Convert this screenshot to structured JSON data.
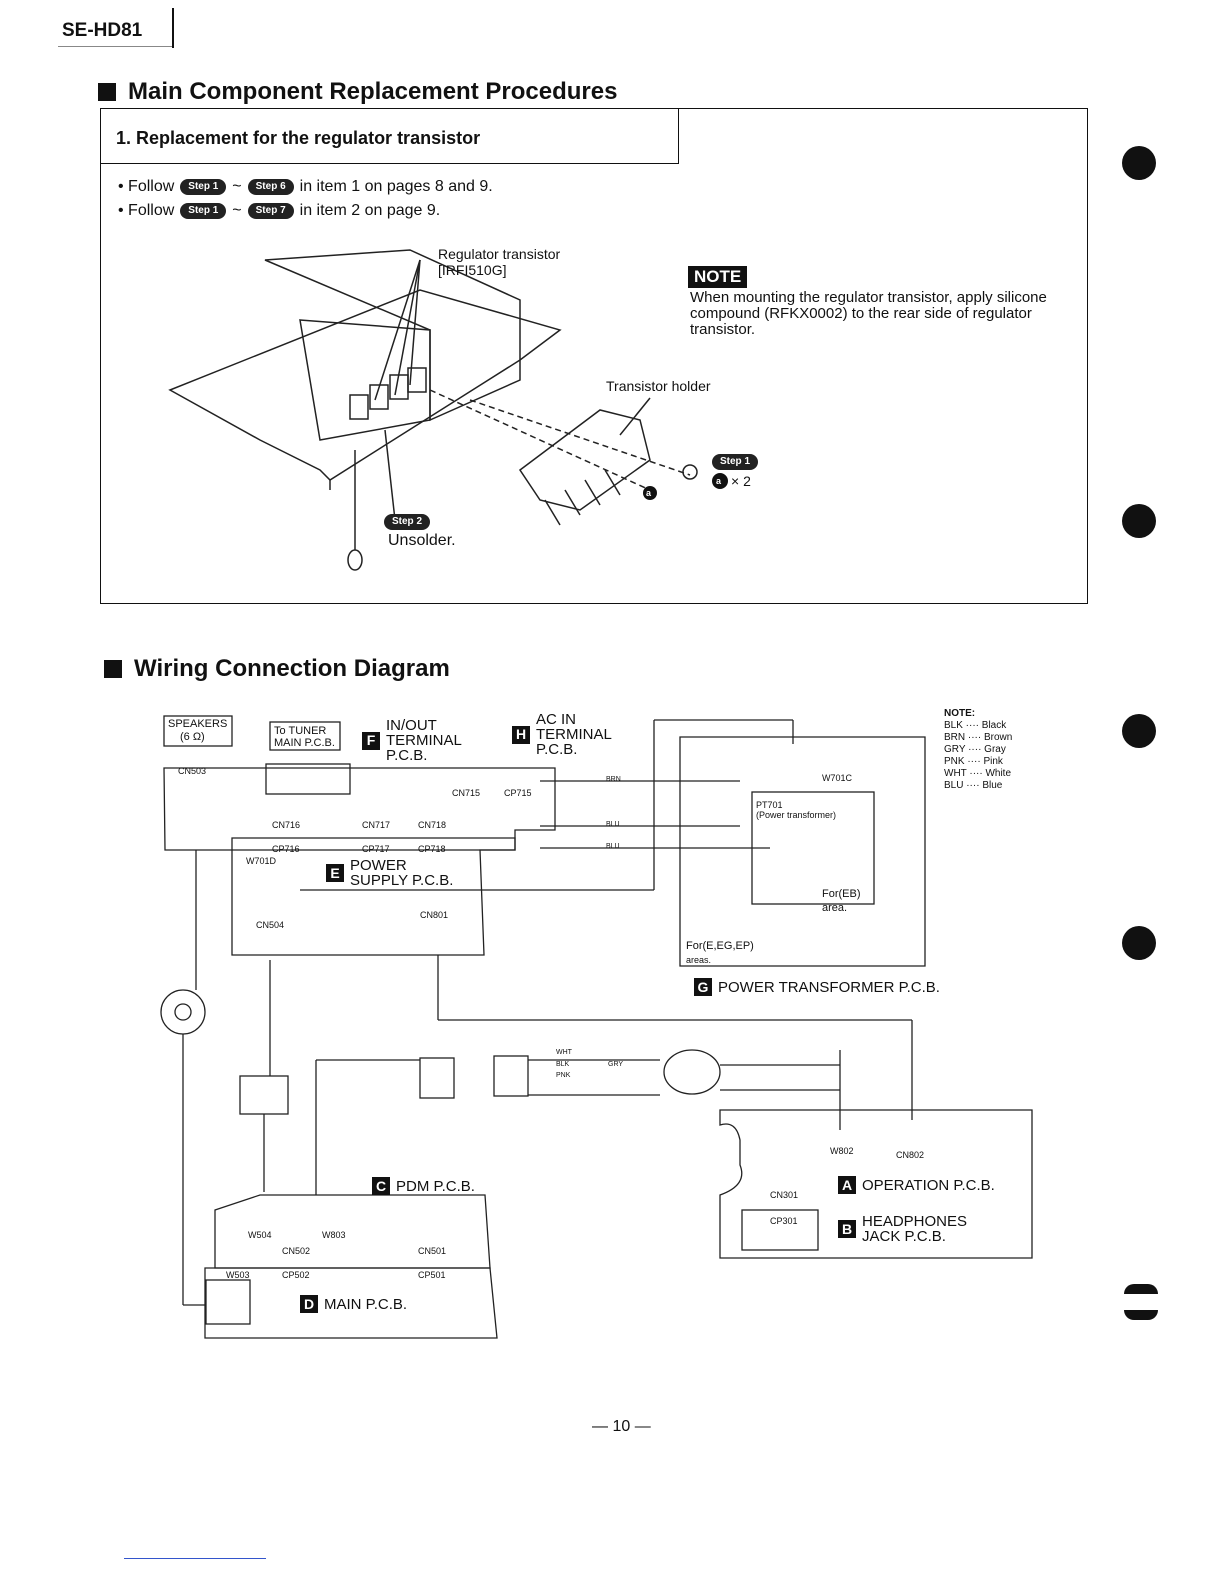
{
  "header": {
    "model": "SE-HD81"
  },
  "section1": {
    "title": "Main Component Replacement Procedures",
    "procedure_title": "1. Replacement for the regulator transistor",
    "follow_lines": [
      {
        "prefix": "• Follow",
        "from": "Step 1",
        "sep": "~",
        "to": "Step 6",
        "suffix": "in item 1 on pages 8 and 9."
      },
      {
        "prefix": "• Follow",
        "from": "Step 1",
        "sep": "~",
        "to": "Step 7",
        "suffix": "in item 2 on page 9."
      }
    ],
    "labels": {
      "regulator": "Regulator transistor",
      "regulator_part": "[IRFI510G]",
      "holder": "Transistor holder",
      "step1": "Step 1",
      "screw": "a",
      "screw_count": "× 2",
      "screw_ref": "a",
      "step2": "Step 2",
      "unsolder": "Unsolder."
    },
    "note_label": "NOTE",
    "note_text": "When mounting the regulator transistor, apply silicone compound (RFKX0002) to the rear side of regulator transistor."
  },
  "section2": {
    "title": "Wiring Connection Diagram",
    "color_note": {
      "heading": "NOTE:",
      "items": [
        "BLK ···· Black",
        "BRN ···· Brown",
        "GRY ···· Gray",
        "PNK ···· Pink",
        "WHT ···· White",
        "BLU ···· Blue"
      ]
    },
    "boards": {
      "speakers": "SPEAKERS",
      "speakers_ohm": "(6 Ω)",
      "tuner": "To TUNER",
      "tuner2": "MAIN P.C.B.",
      "F_letter": "F",
      "F_label1": "IN/OUT",
      "F_label2": "TERMINAL",
      "F_label3": "P.C.B.",
      "H_letter": "H",
      "H_label1": "AC IN",
      "H_label2": "TERMINAL",
      "H_label3": "P.C.B.",
      "E_letter": "E",
      "E_label1": "POWER",
      "E_label2": "SUPPLY P.C.B.",
      "G_letter": "G",
      "G_label": "POWER TRANSFORMER P.C.B.",
      "C_letter": "C",
      "C_label": "PDM P.C.B.",
      "D_letter": "D",
      "D_label": "MAIN P.C.B.",
      "A_letter": "A",
      "A_label": "OPERATION P.C.B.",
      "B_letter": "B",
      "B_label1": "HEADPHONES",
      "B_label2": "JACK P.C.B."
    },
    "connectors": {
      "cn503": "CN503",
      "cn715": "CN715",
      "cp715": "CP715",
      "cn716": "CN716",
      "cn717": "CN717",
      "cn718": "CN718",
      "cp716": "CP716",
      "cp717": "CP717",
      "cp718": "CP718",
      "w701d": "W701D",
      "w701c": "W701C",
      "cn801": "CN801",
      "cn504": "CN504",
      "pt701": "PT701",
      "pt701_desc": "(Power transformer)",
      "for_eb": "For(EB)",
      "for_eb_area": "area.",
      "for_e": "For(E,EG,EP)",
      "for_e_area": "areas.",
      "w802": "W802",
      "cn802": "CN802",
      "cn301": "CN301",
      "cp301": "CP301",
      "w504": "W504",
      "w803": "W803",
      "cn502": "CN502",
      "cn501": "CN501",
      "w503": "W503",
      "cp502": "CP502",
      "cp501": "CP501"
    },
    "wires": {
      "brn": "BRN",
      "blu": "BLU",
      "blu2": "BLU",
      "wht": "WHT",
      "blk": "BLK",
      "pnk": "PNK",
      "gry": "GRY"
    }
  },
  "footer": {
    "page": "— 10 —"
  }
}
